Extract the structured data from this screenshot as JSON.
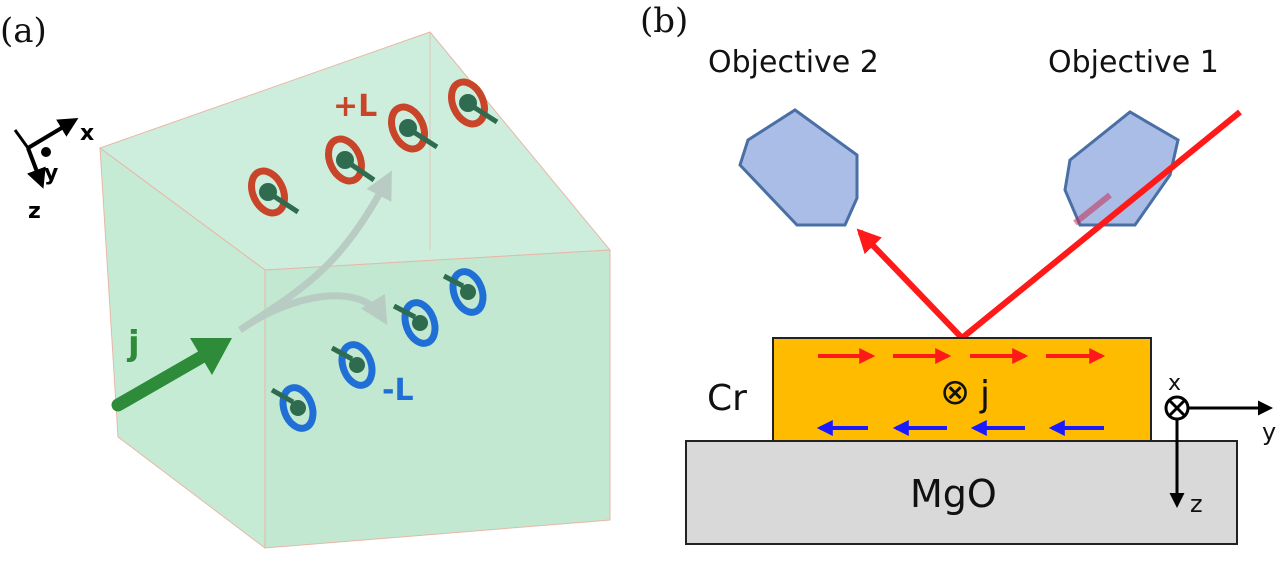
{
  "panel_a": {
    "label": "(a)",
    "axes": {
      "x": "x",
      "y": "y",
      "z": "z"
    },
    "current_label": "j",
    "plus_label": "+L",
    "minus_label": "-L",
    "colors": {
      "box_fill": "#cdeedd",
      "box_edge": "#e7b7a7",
      "current_arrow": "#2e8b3a",
      "plus_orbit": "#c8452a",
      "minus_orbit": "#1f6fd6",
      "spin": "#2f6b4f"
    }
  },
  "panel_b": {
    "label": "(b)",
    "objective_2": "Objective 2",
    "objective_1": "Objective 1",
    "layer_cr": "Cr",
    "substrate": "MgO",
    "current_symbol": "⊗",
    "current_label": "j",
    "axes": {
      "x": "x",
      "y": "y",
      "z": "z"
    },
    "colors": {
      "beam": "#ff1a1a",
      "objective_fill": "#a9bde6",
      "objective_edge": "#4a6fa5",
      "cr_fill": "#ffbb00",
      "mgo_fill": "#d9d9d9",
      "top_arrows": "#ff1a1a",
      "bottom_arrows": "#1a1aff"
    }
  }
}
